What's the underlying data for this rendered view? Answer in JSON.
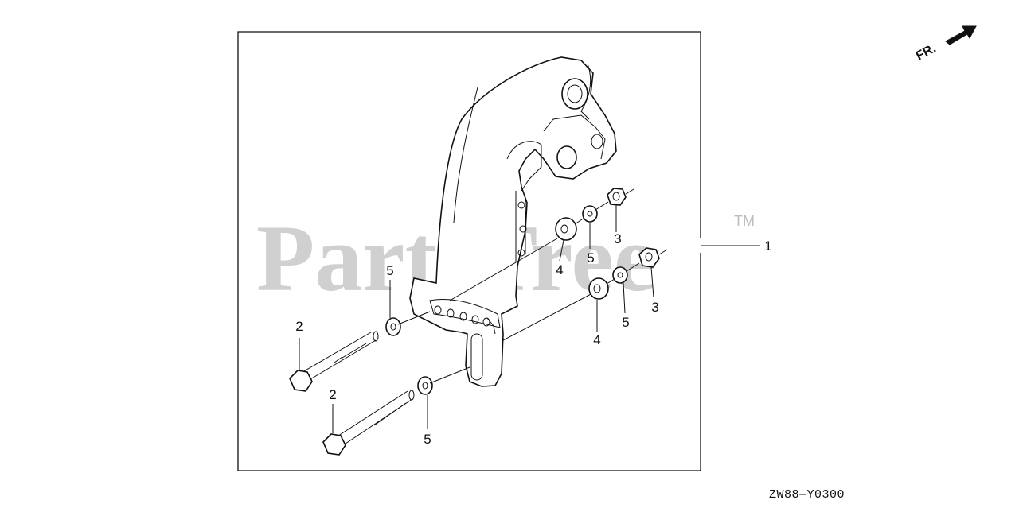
{
  "watermark": {
    "text": "PartsTree",
    "trademark": "TM"
  },
  "direction": {
    "label": "FR."
  },
  "diagram_code": "ZW88—Y0300",
  "callouts": {
    "c1": "1",
    "c2a": "2",
    "c2b": "2",
    "c3a": "3",
    "c3b": "3",
    "c4a": "4",
    "c4b": "4",
    "c5a": "5",
    "c5b": "5",
    "c5c": "5",
    "c5d": "5"
  },
  "colors": {
    "line": "#111111",
    "watermark": "#c8c8c8",
    "background": "#ffffff"
  }
}
